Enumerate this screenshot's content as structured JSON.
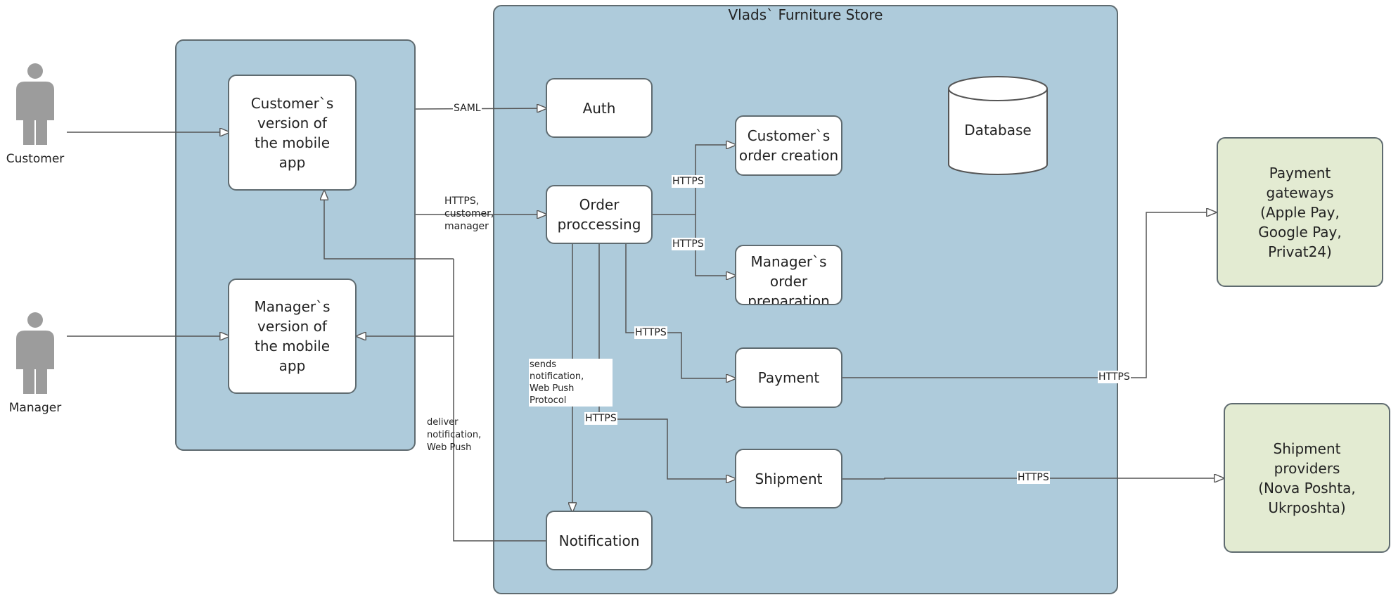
{
  "diagram": {
    "store_title": "Vlads` Furniture Store",
    "actors": {
      "customer": "Customer",
      "manager": "Manager"
    },
    "apps": {
      "customer_app": "Customer`s\nversion of\nthe mobile\napp",
      "manager_app": "Manager`s\nversion of\nthe mobile\napp"
    },
    "services": {
      "auth": "Auth",
      "order_processing": "Order\nproccessing",
      "customer_order_creation": "Customer`s\norder creation",
      "manager_order_preparation": "Manager`s\norder\npreparation",
      "payment": "Payment",
      "shipment": "Shipment",
      "notification": "Notification",
      "database": "Database"
    },
    "external": {
      "payment_gateways": "Payment\ngateways\n(Apple Pay,\nGoogle Pay,\nPrivat24)",
      "shipment_providers": "Shipment\nproviders\n(Nova Poshta,\nUkrposhta)"
    },
    "edge_labels": {
      "saml": "SAML",
      "https_customer_manager": "HTTPS,\ncustomer,\nmanager",
      "https_creation": "HTTPS",
      "https_preparation": "HTTPS",
      "https_payment": "HTTPS",
      "sends_notification": "sends\nnotification,\nWeb Push Protocol",
      "https_shipment": "HTTPS",
      "deliver_notification": "deliver\nnotification,\nWeb Push",
      "https_gateways": "HTTPS",
      "https_providers": "HTTPS"
    }
  }
}
